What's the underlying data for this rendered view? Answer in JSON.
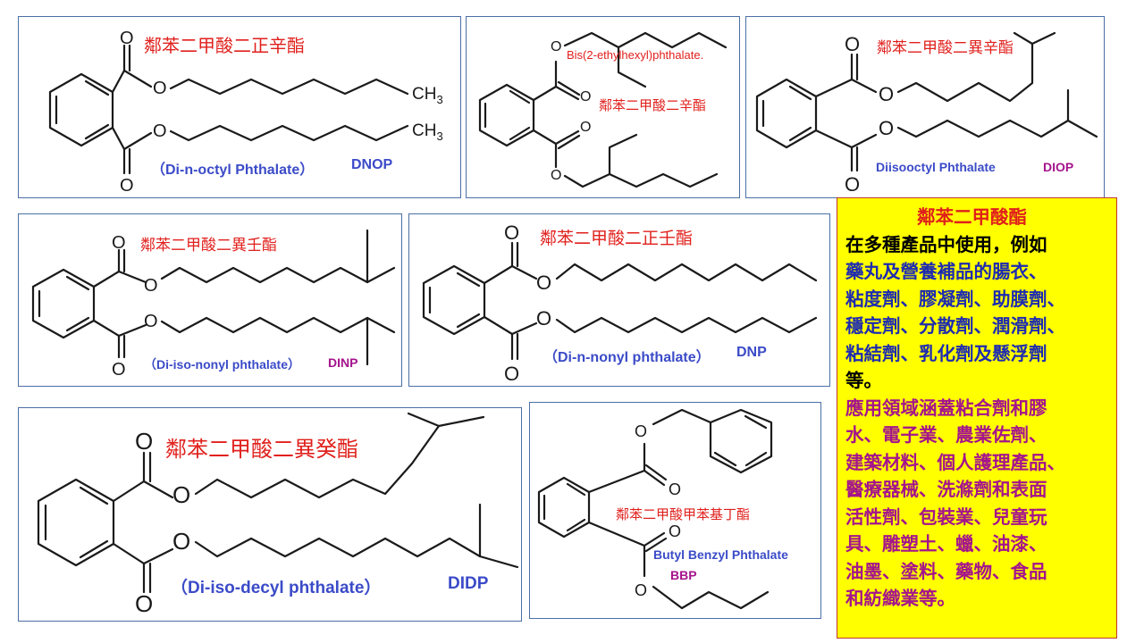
{
  "structures": [
    {
      "zh": "鄰苯二甲酸二正辛酯",
      "en": "（Di-n-octyl Phthalate）",
      "abbr": "DNOP",
      "abbr_color": "#3b4bc8",
      "ch3_top": "CH",
      "ch3_bot": "CH",
      "sub": "3"
    },
    {
      "zh": "鄰苯二甲酸二辛酯",
      "en": "Bis(2-ethylhexyl)phthalate."
    },
    {
      "zh": "鄰苯二甲酸二異辛酯",
      "en": "Diisooctyl Phthalate",
      "abbr": "DIOP",
      "abbr_color": "#a4148c"
    },
    {
      "zh": "鄰苯二甲酸二異壬酯",
      "en": "（Di-iso-nonyl phthalate）",
      "abbr": "DINP",
      "abbr_color": "#a4148c"
    },
    {
      "zh": "鄰苯二甲酸二正壬酯",
      "en": "（Di-n-nonyl phthalate）",
      "abbr": "DNP",
      "abbr_color": "#3b4bc8"
    },
    {
      "zh": "鄰苯二甲酸二異癸酯",
      "en": "（Di-iso-decyl phthalate）",
      "abbr": "DIDP",
      "abbr_color": "#3b4bc8"
    },
    {
      "zh": "鄰苯二甲酸甲苯基丁酯",
      "en": "Butyl Benzyl Phthalate",
      "abbr": "BBP",
      "abbr_color": "#a4148c"
    }
  ],
  "atom_O": "O",
  "infobox": {
    "title": "鄰苯二甲酸酯",
    "intro": "在多種產品中使用，例如",
    "blue_lines": [
      "藥丸及營養補品的腸衣、",
      "粘度劑、膠凝劑、助膜劑、",
      "穩定劑、分散劑、潤滑劑、",
      "粘結劑、乳化劑及懸浮劑"
    ],
    "end": "等。",
    "purple_lines": [
      "應用領域涵蓋粘合劑和膠",
      "水、電子業、農業佐劑、",
      "建築材料、個人護理產品、",
      "醫療器械、洗滌劑和表面",
      "活性劑、包裝業、兒童玩",
      "具、雕塑土、蠟、油漆、",
      "油墨、塗料、藥物、食品",
      "和紡織業等。"
    ],
    "colors": {
      "background": "#ffff00",
      "title": "#e0201c",
      "blue": "#1e2bb0",
      "purple": "#a4148c"
    }
  }
}
